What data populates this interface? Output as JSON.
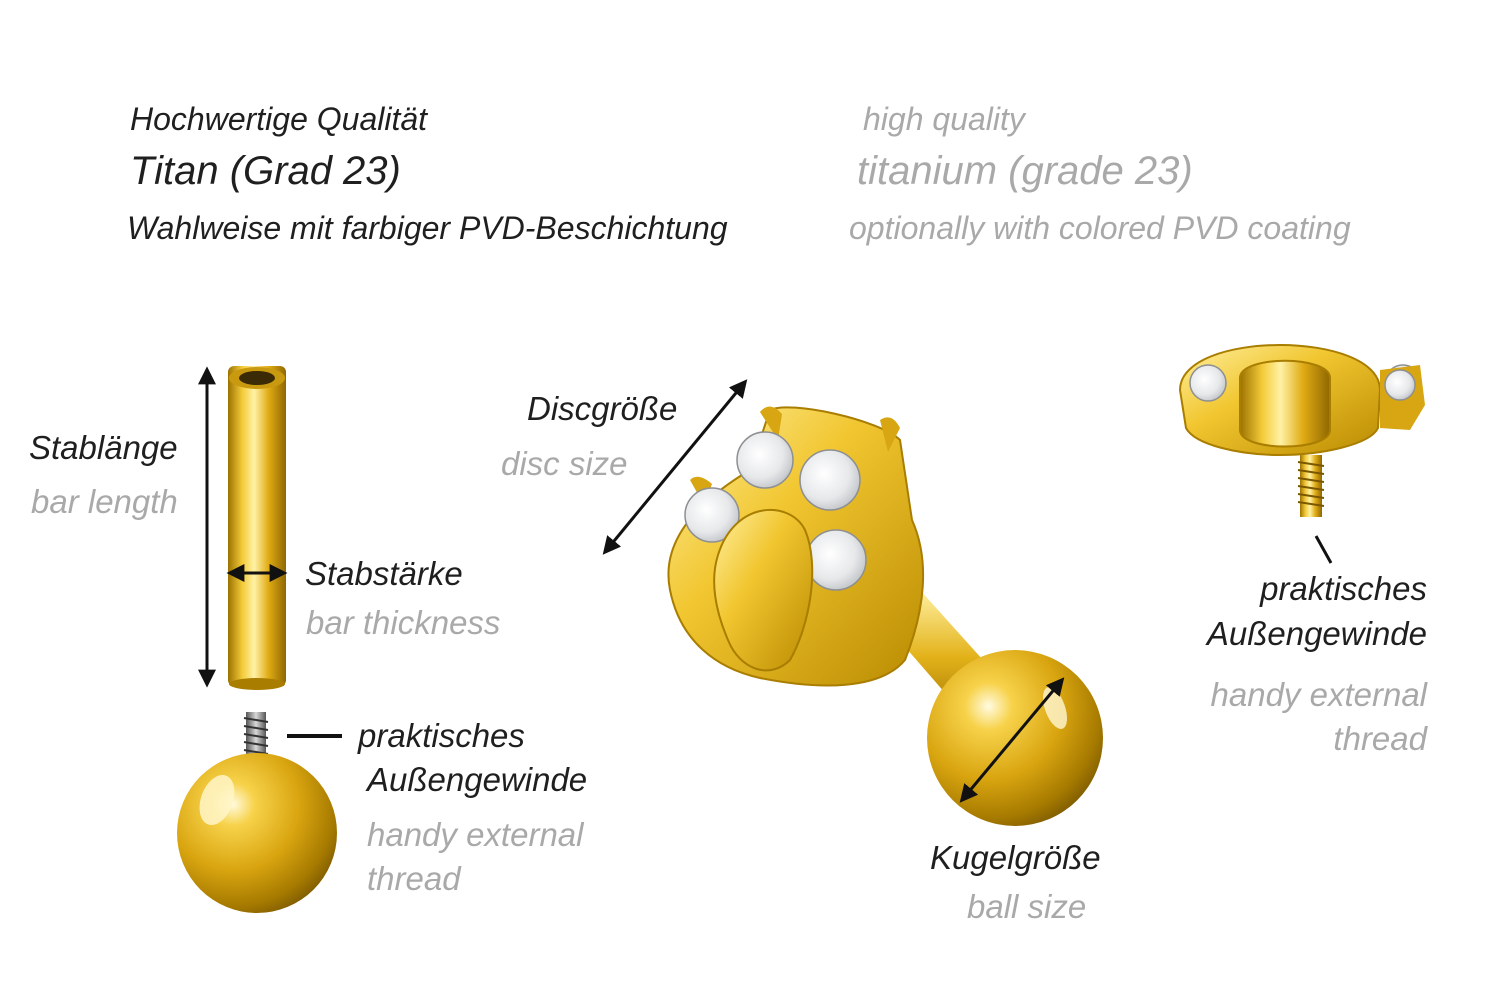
{
  "header": {
    "quality_de": "Hochwertige Qualität",
    "quality_en": "high quality",
    "material_de": "Titan (Grad 23)",
    "material_en": "titanium (grade 23)",
    "coating_de": "Wahlweise mit farbiger PVD-Beschichtung",
    "coating_en": "optionally with colored PVD coating"
  },
  "labels": {
    "bar_length_de": "Stablänge",
    "bar_length_en": "bar length",
    "bar_thickness_de": "Stabstärke",
    "bar_thickness_en": "bar thickness",
    "thread_left_de_1": "praktisches",
    "thread_left_de_2": "Außengewinde",
    "thread_left_en_1": "handy external",
    "thread_left_en_2": "thread",
    "disc_size_de": "Discgröße",
    "disc_size_en": "disc size",
    "ball_size_de": "Kugelgröße",
    "ball_size_en": "ball size",
    "thread_right_de_1": "praktisches",
    "thread_right_de_2": "Außengewinde",
    "thread_right_en_1": "handy external",
    "thread_right_en_2": "thread"
  },
  "colors": {
    "gold": "#e3b21a",
    "gold_dark": "#a77a00",
    "gold_light": "#fff1a8",
    "label_dark": "#1f1f1f",
    "label_light": "#a9a9a9"
  }
}
